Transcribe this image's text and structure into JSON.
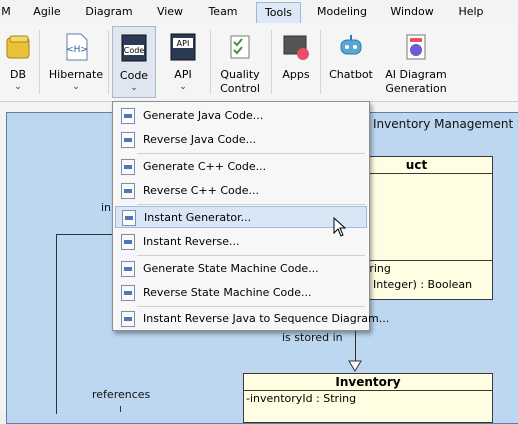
{
  "menubar": {
    "items": [
      {
        "label": "M"
      },
      {
        "label": "Agile"
      },
      {
        "label": "Diagram"
      },
      {
        "label": "View"
      },
      {
        "label": "Team"
      },
      {
        "label": "Tools"
      },
      {
        "label": "Modeling"
      },
      {
        "label": "Window"
      },
      {
        "label": "Help"
      }
    ],
    "active": "Tools"
  },
  "ribbon": {
    "buttons": [
      {
        "label": "DB",
        "icon": "database-icon"
      },
      {
        "label": "Hibernate",
        "icon": "hibernate-icon",
        "icon_text": "<H>"
      },
      {
        "label": "Code",
        "icon": "code-icon",
        "icon_text": "Code"
      },
      {
        "label": "API",
        "icon": "api-icon",
        "icon_text": "API"
      },
      {
        "label": "Quality",
        "label2": "Control",
        "icon": "quality-control-icon"
      },
      {
        "label": "Apps",
        "icon": "apps-icon"
      },
      {
        "label": "Chatbot",
        "icon": "chatbot-icon"
      },
      {
        "label": "AI Diagram",
        "label2": "Generation",
        "icon": "ai-diagram-icon"
      }
    ],
    "arrow": "⌄"
  },
  "dropdown": {
    "items": [
      {
        "label": "Generate Java Code...",
        "icon": "java-generate-icon"
      },
      {
        "label": "Reverse Java Code...",
        "icon": "java-reverse-icon"
      },
      {
        "label": "Generate C++ Code...",
        "icon": "cpp-generate-icon"
      },
      {
        "label": "Reverse C++ Code...",
        "icon": "cpp-reverse-icon"
      },
      {
        "label": "Instant Generator...",
        "icon": "instant-generator-icon"
      },
      {
        "label": "Instant Reverse...",
        "icon": "instant-reverse-icon"
      },
      {
        "label": "Generate State Machine Code...",
        "icon": "state-machine-generate-icon"
      },
      {
        "label": "Reverse State Machine Code...",
        "icon": "state-machine-reverse-icon"
      },
      {
        "label": "Instant Reverse Java to Sequence Diagram...",
        "icon": "sequence-reverse-icon"
      }
    ],
    "hovered": "Instant Generator..."
  },
  "diagram": {
    "package_title": "Inventory Management Sys",
    "product_class": {
      "name": "uct",
      "rows": [
        "tring",
        "Integer) : Boolean"
      ]
    },
    "inventory_class": {
      "name": "Inventory",
      "rows": [
        "-inventoryId : String"
      ]
    },
    "labels": {
      "is_stored_in": "is stored in",
      "references": "references",
      "partial": "in"
    }
  },
  "colors": {
    "package_bg": "#bcd7ef",
    "class_bg": "#fffde2",
    "menu_hover": "#d9e6f6"
  }
}
